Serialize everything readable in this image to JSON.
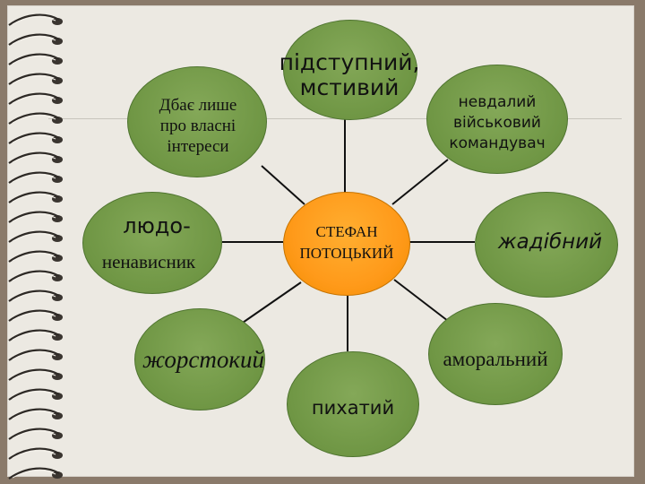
{
  "diagram": {
    "center": {
      "line1": "СТЕФАН",
      "line2": "ПОТОЦЬКИЙ"
    },
    "traits": {
      "top": "підступний,\nмстивий",
      "top_left": "Дбає лише\nпро власні\nінтереси",
      "top_right": "невдалий\nвійськовий\nкомандувач",
      "left_line1": "людо-",
      "left_line2": "ненависник",
      "right": "жадібний",
      "bottom_left": "жорстокий",
      "bottom_right": "аморальний",
      "bottom": "пихатий"
    }
  },
  "colors": {
    "node_green": "#6f9644",
    "center_orange": "#ff9a1a",
    "paper": "#ece9e2",
    "frame": "#8a7a6a"
  }
}
